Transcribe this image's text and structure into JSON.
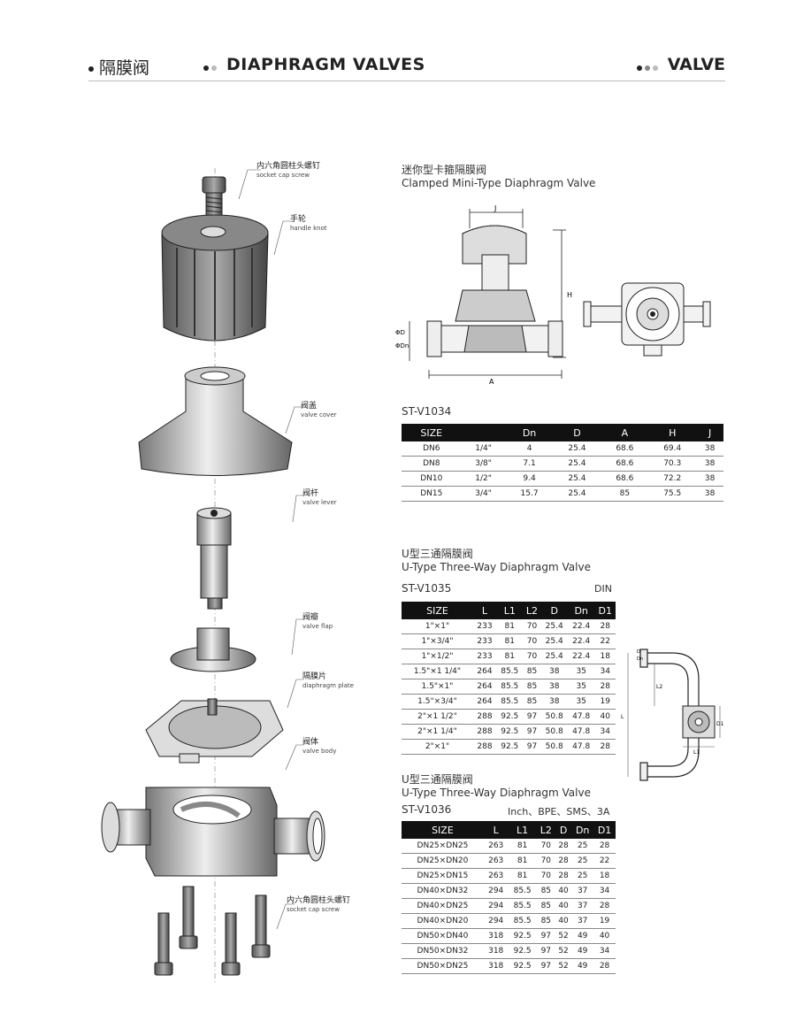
{
  "header": {
    "cn_title": "隔膜阀",
    "en_title": "DIAPHRAGM VALVES",
    "right_title": "VALVE"
  },
  "parts": [
    {
      "cn": "内六角圆柱头螺钉",
      "en": "socket cap screw"
    },
    {
      "cn": "手轮",
      "en": "handle knot"
    },
    {
      "cn": "阀盖",
      "en": "valve cover"
    },
    {
      "cn": "阀杆",
      "en": "valve lever"
    },
    {
      "cn": "阀瓣",
      "en": "valve flap"
    },
    {
      "cn": "隔膜片",
      "en": "diaphragm plate"
    },
    {
      "cn": "阀体",
      "en": "valve body"
    },
    {
      "cn": "内六角圆柱头螺钉",
      "en": "socket cap screw"
    }
  ],
  "section1": {
    "cn": "迷你型卡箍隔膜阀",
    "en": "Clamped Mini-Type Diaphragm Valve",
    "model": "ST-V1034",
    "dim_labels": {
      "j": "J",
      "h": "H",
      "a": "A",
      "d": "ΦD",
      "dn": "ΦDn"
    },
    "headers": [
      "SIZE",
      "",
      "Dn",
      "D",
      "A",
      "H",
      "J"
    ],
    "rows": [
      [
        "DN6",
        "1/4\"",
        "4",
        "25.4",
        "68.6",
        "69.4",
        "38"
      ],
      [
        "DN8",
        "3/8\"",
        "7.1",
        "25.4",
        "68.6",
        "70.3",
        "38"
      ],
      [
        "DN10",
        "1/2\"",
        "9.4",
        "25.4",
        "68.6",
        "72.2",
        "38"
      ],
      [
        "DN15",
        "3/4\"",
        "15.7",
        "25.4",
        "85",
        "75.5",
        "38"
      ]
    ]
  },
  "section2": {
    "cn": "U型三通隔膜阀",
    "en": "U-Type Three-Way Diaphragm Valve",
    "model": "ST-V1035",
    "note": "DIN",
    "dim_labels": {
      "l": "L",
      "l1": "L1",
      "l2": "L2",
      "d": "D",
      "d1": "D1",
      "dn": "Dn"
    },
    "headers": [
      "SIZE",
      "L",
      "L1",
      "L2",
      "D",
      "Dn",
      "D1"
    ],
    "rows": [
      [
        "1\"×1\"",
        "233",
        "81",
        "70",
        "25.4",
        "22.4",
        "28"
      ],
      [
        "1\"×3/4\"",
        "233",
        "81",
        "70",
        "25.4",
        "22.4",
        "22"
      ],
      [
        "1\"×1/2\"",
        "233",
        "81",
        "70",
        "25.4",
        "22.4",
        "18"
      ],
      [
        "1.5\"×1 1/4\"",
        "264",
        "85.5",
        "85",
        "38",
        "35",
        "34"
      ],
      [
        "1.5\"×1\"",
        "264",
        "85.5",
        "85",
        "38",
        "35",
        "28"
      ],
      [
        "1.5\"×3/4\"",
        "264",
        "85.5",
        "85",
        "38",
        "35",
        "19"
      ],
      [
        "2\"×1 1/2\"",
        "288",
        "92.5",
        "97",
        "50.8",
        "47.8",
        "40"
      ],
      [
        "2\"×1 1/4\"",
        "288",
        "92.5",
        "97",
        "50.8",
        "47.8",
        "34"
      ],
      [
        "2\"×1\"",
        "288",
        "92.5",
        "97",
        "50.8",
        "47.8",
        "28"
      ]
    ]
  },
  "section3": {
    "cn": "U型三通隔膜阀",
    "en": "U-Type Three-Way Diaphragm Valve",
    "model": "ST-V1036",
    "note": "Inch、BPE、SMS、3A",
    "headers": [
      "SIZE",
      "L",
      "L1",
      "L2",
      "D",
      "Dn",
      "D1"
    ],
    "rows": [
      [
        "DN25×DN25",
        "263",
        "81",
        "70",
        "28",
        "25",
        "28"
      ],
      [
        "DN25×DN20",
        "263",
        "81",
        "70",
        "28",
        "25",
        "22"
      ],
      [
        "DN25×DN15",
        "263",
        "81",
        "70",
        "28",
        "25",
        "18"
      ],
      [
        "DN40×DN32",
        "294",
        "85.5",
        "85",
        "40",
        "37",
        "34"
      ],
      [
        "DN40×DN25",
        "294",
        "85.5",
        "85",
        "40",
        "37",
        "28"
      ],
      [
        "DN40×DN20",
        "294",
        "85.5",
        "85",
        "40",
        "37",
        "19"
      ],
      [
        "DN50×DN40",
        "318",
        "92.5",
        "97",
        "52",
        "49",
        "40"
      ],
      [
        "DN50×DN32",
        "318",
        "92.5",
        "97",
        "52",
        "49",
        "34"
      ],
      [
        "DN50×DN25",
        "318",
        "92.5",
        "97",
        "52",
        "49",
        "28"
      ]
    ]
  }
}
